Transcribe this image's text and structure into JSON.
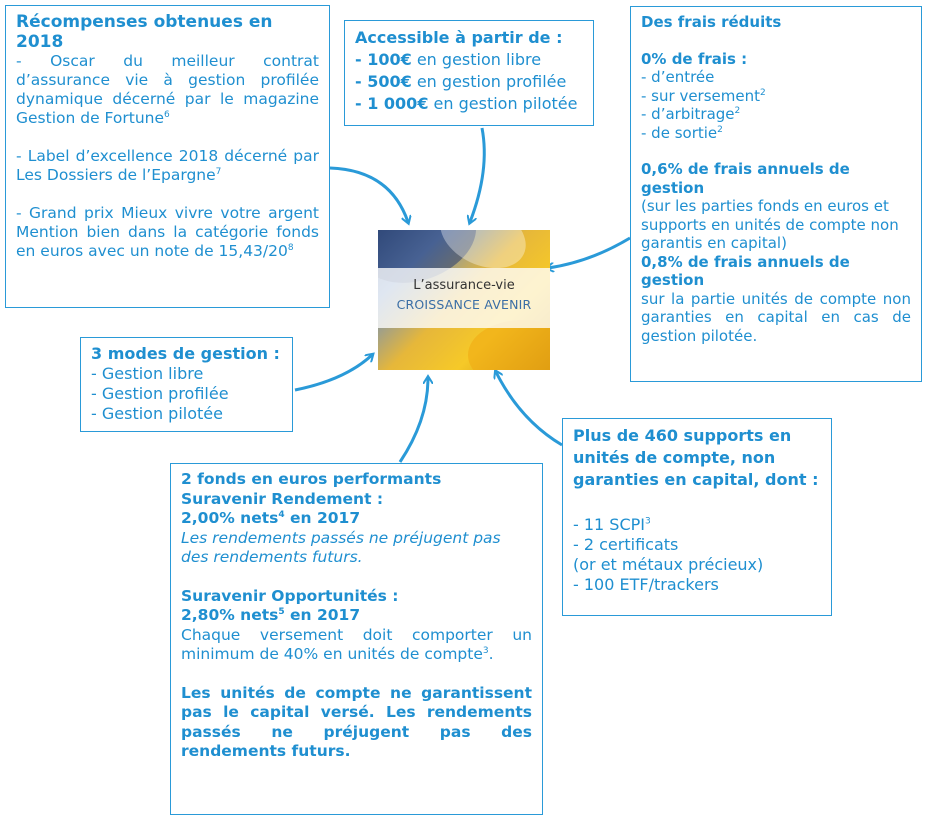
{
  "awards": {
    "title": "Récompenses obtenues en 2018",
    "item1": "- Oscar du meilleur contrat d’assurance vie à gestion profilée dynamique décerné par le magazine Gestion de Fortune",
    "item1_sup": "6",
    "item2": "- Label d’excellence 2018 décerné par Les Dossiers de l’Epargne",
    "item2_sup": "7",
    "item3": "- Grand prix Mieux vivre votre argent Mention bien dans la catégorie fonds en euros avec un note de 15,43/20",
    "item3_sup": "8"
  },
  "access": {
    "title": "Accessible à partir de :",
    "rows": [
      {
        "amount": "- 100€",
        "label": " en gestion libre"
      },
      {
        "amount": "- 500€",
        "label": " en gestion profilée"
      },
      {
        "amount": "- 1 000€",
        "label": " en gestion pilotée"
      }
    ]
  },
  "fees": {
    "title": "Des frais réduits",
    "zero_title": "0% de frais :",
    "zero_items": [
      {
        "text": "- d’entrée",
        "sup": ""
      },
      {
        "text": "- sur versement",
        "sup": "2"
      },
      {
        "text": "- d’arbitrage",
        "sup": "2"
      },
      {
        "text": "- de sortie",
        "sup": "2"
      }
    ],
    "mgmt1_title": "0,6% de frais annuels de gestion",
    "mgmt1_text": "(sur les parties fonds en euros et supports en unités de compte non garantis en capital)",
    "mgmt2_title": "0,8% de frais annuels de gestion",
    "mgmt2_text": "sur la partie unités de compte non garanties en capital en cas de gestion pilotée."
  },
  "modes": {
    "title": "3 modes de gestion :",
    "items": [
      "- Gestion libre",
      "- Gestion profilée",
      "- Gestion pilotée"
    ]
  },
  "supports": {
    "title": "Plus de 460 supports en unités de compte, non garanties en capital, dont :",
    "item1": "- 11 SCPI",
    "item1_sup": "3",
    "item2": "- 2 certificats",
    "item3": "(or et métaux précieux)",
    "item4": "- 100 ETF/trackers"
  },
  "funds": {
    "title1": "2 fonds en euros performants",
    "title2": "Suravenir Rendement :",
    "rate1_a": "2,00% nets",
    "rate1_sup": "4",
    "rate1_b": " en 2017",
    "disclaimer1": "Les rendements passés ne préjugent pas des rendements futurs.",
    "title3": "Suravenir Opportunités :",
    "rate2_a": "2,80% nets",
    "rate2_sup": "5",
    "rate2_b": " en 2017",
    "text2": "Chaque versement doit comporter un minimum de 40% en unités de compte",
    "text2_sup": "3",
    "text2_end": ".",
    "warning": "Les unités de compte ne garantissent pas le capital versé. Les rendements passés ne préjugent pas des rendements futurs."
  },
  "center": {
    "line1": "L’assurance-vie",
    "line2": "CROISSANCE AVENIR"
  },
  "colors": {
    "text": "#1f8fd0",
    "border": "#2a9ad8",
    "arrow": "#2a9ad8"
  }
}
